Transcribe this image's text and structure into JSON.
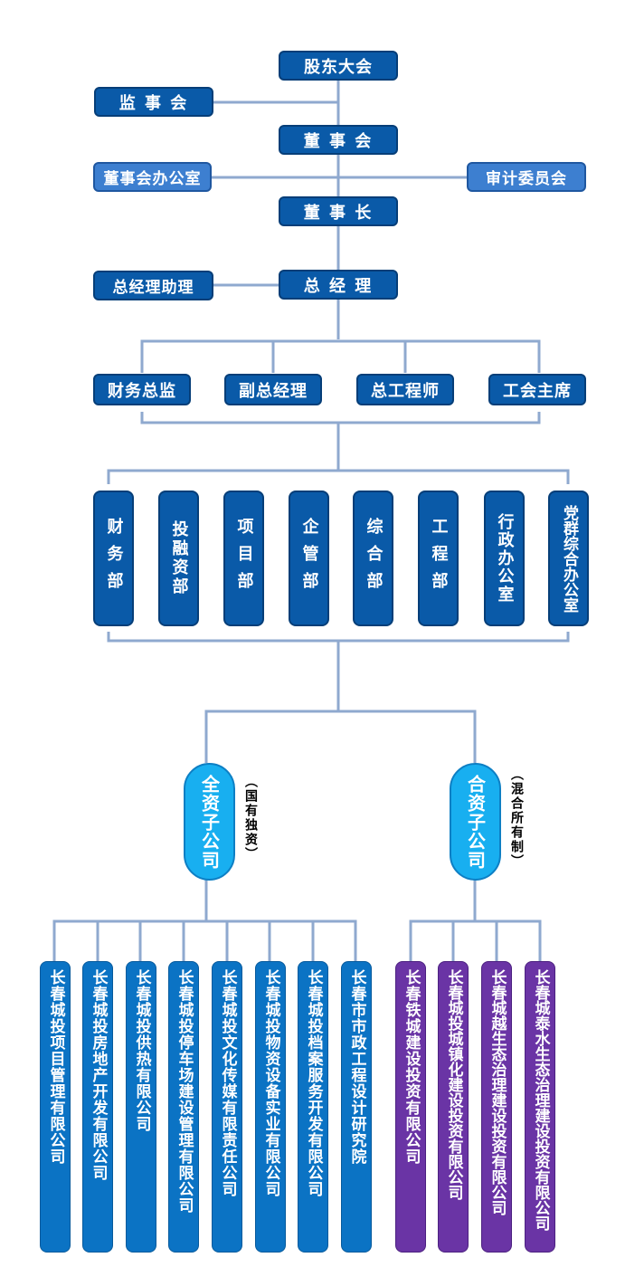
{
  "org": {
    "shareholders": "股东大会",
    "supervisors": "监 事 会",
    "board": "董 事 会",
    "board_office": "董事会办公室",
    "audit_committee": "审计委员会",
    "chairman": "董 事 长",
    "gm_assistant": "总经理助理",
    "gm": "总 经 理"
  },
  "executives": [
    "财务总监",
    "副总经理",
    "总工程师",
    "工会主席"
  ],
  "departments": [
    "财务部",
    "投融资部",
    "项目部",
    "企管部",
    "综合部",
    "工程部",
    "行政办公室",
    "党群综合办公室"
  ],
  "wholly_owned": {
    "label": "全资子公司",
    "note": "（国有独资）",
    "companies": [
      "长春城投项目管理有限公司",
      "长春城投房地产开发有限公司",
      "长春城投供热有限公司",
      "长春城投停车场建设管理有限公司",
      "长春城投文化传媒有限责任公司",
      "长春城投物资设备实业有限公司",
      "长春城投档案服务开发有限公司",
      "长春市市政工程设计研究院"
    ]
  },
  "mixed_owned": {
    "label": "合资子公司",
    "note": "（混合所有制）",
    "companies": [
      "长春铁城建设投资有限公司",
      "长春城投城镇化建设投资有限公司",
      "长春城越生态治理建设投资有限公司",
      "长春城泰水生态治理建设投资有限公司"
    ]
  },
  "colors": {
    "line": "#8fa9cf",
    "dark_box": "#0a5aa8",
    "mid_box": "#3d7fd0",
    "oval": "#18aff0",
    "purple": "#6a34a5"
  }
}
